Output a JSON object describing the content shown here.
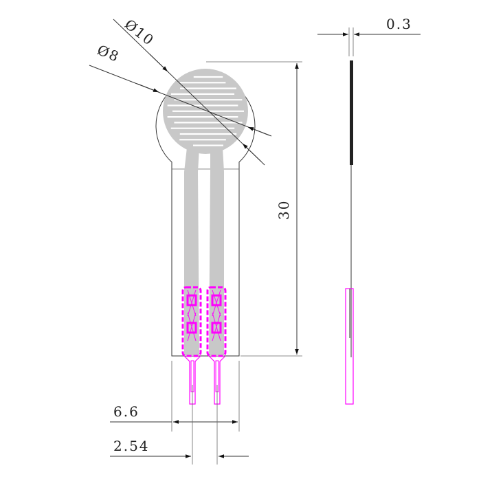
{
  "drawing": {
    "dimensions": {
      "outer_diameter": "Ø10",
      "active_diameter": "Ø8",
      "length": "30",
      "thickness": "0.3",
      "tail_width": "6.6",
      "pin_pitch": "2.54"
    },
    "colors": {
      "trace": "#c8c8c8",
      "connector": "#ff00ff",
      "outline": "#444444"
    }
  }
}
